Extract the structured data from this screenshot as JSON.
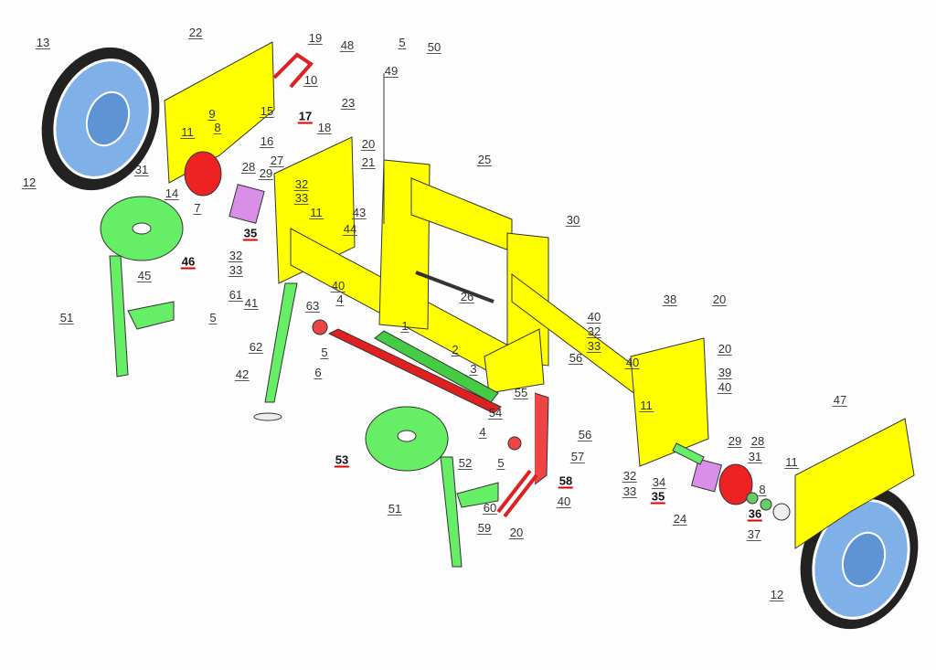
{
  "title": "Exploded parts diagram",
  "colors": {
    "frame": "#ffff00",
    "wheel": "#7fb0e8",
    "disc": "#66ee66",
    "axle": "#e02020",
    "flange": "#d98ee8",
    "hub": "#ee2222"
  },
  "labels": [
    "13",
    "22",
    "19",
    "48",
    "5",
    "50",
    "49",
    "10",
    "23",
    "9",
    "8",
    "15",
    "17",
    "18",
    "16",
    "11",
    "20",
    "21",
    "27",
    "28",
    "29",
    "31",
    "14",
    "7",
    "12",
    "32",
    "33",
    "11",
    "35",
    "25",
    "30",
    "43",
    "44",
    "46",
    "32",
    "33",
    "45",
    "51",
    "40",
    "4",
    "63",
    "41",
    "61",
    "5",
    "62",
    "5",
    "6",
    "26",
    "1",
    "2",
    "3",
    "42",
    "40",
    "32",
    "33",
    "40",
    "56",
    "38",
    "20",
    "20",
    "39",
    "40",
    "55",
    "54",
    "4",
    "56",
    "57",
    "11",
    "47",
    "29",
    "28",
    "31",
    "11",
    "34",
    "35",
    "8",
    "36",
    "24",
    "37",
    "52",
    "5",
    "58",
    "32",
    "33",
    "40",
    "53",
    "51",
    "60",
    "59",
    "20",
    "12"
  ]
}
